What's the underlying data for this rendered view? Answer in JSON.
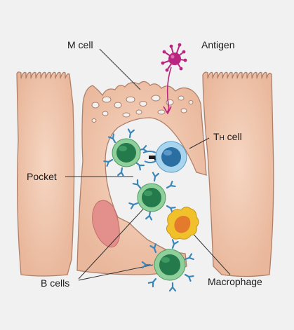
{
  "labels": {
    "m_cell": "M cell",
    "antigen": "Antigen",
    "th_cell_main": "T",
    "th_cell_sub": "H",
    "th_cell_suffix": " cell",
    "pocket": "Pocket",
    "b_cells": "B cells",
    "macrophage": "Macrophage"
  },
  "colors": {
    "background": "#f1f1f1",
    "epithelial_fill": "#f1c7ad",
    "epithelial_stroke": "#b07f68",
    "nucleus_fill": "#e38f8c",
    "antigen": "#b8247f",
    "b_cell_outer": "#8fcf9b",
    "b_cell_nucleus": "#247a4a",
    "antibody": "#3a86b8",
    "th_cell_outer": "#a8d4ee",
    "th_cell_nucleus": "#2a6ea2",
    "macrophage_outer": "#f0c12a",
    "macrophage_nucleus": "#e37a2c"
  }
}
